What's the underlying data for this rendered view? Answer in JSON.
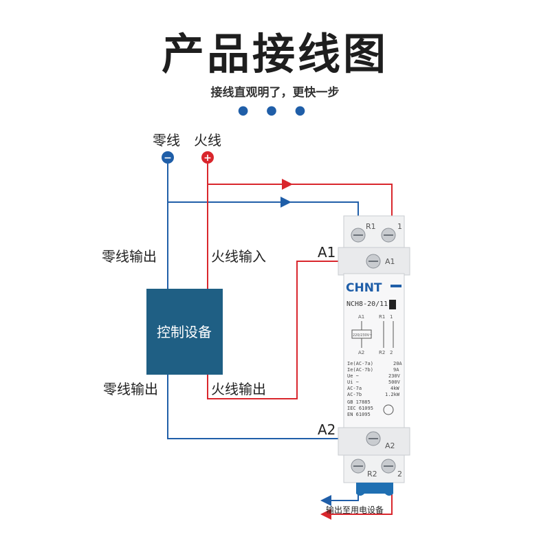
{
  "title": "产品接线图",
  "subtitle": "接线直观明了，更快一步",
  "dots": "● ● ●",
  "colors": {
    "neutral": "#1f5ea8",
    "live": "#d9262c",
    "box": "#1f5f84"
  },
  "terminals": {
    "neutral": {
      "label": "零线",
      "symbol": "−"
    },
    "live": {
      "label": "火线",
      "symbol": "+"
    }
  },
  "labels": {
    "neutral_out_top": "零线输出",
    "live_in": "火线输入",
    "control_device": "控制设备",
    "neutral_out_bottom": "零线输出",
    "live_out": "火线输出",
    "A1": "A1",
    "A2": "A2",
    "output_to_device": "输出至用电设备"
  },
  "contactor": {
    "brand": "CHNT",
    "model": "NCH8-20/11",
    "top_labels": [
      "R1",
      "1",
      "A1"
    ],
    "bottom_labels": [
      "A2",
      "R2",
      "2"
    ],
    "schematic": {
      "a1": "A1",
      "a2": "A2",
      "r1": "R1",
      "one": "1",
      "r2": "R2",
      "two": "2",
      "coil": "220/230V~"
    },
    "specs": [
      {
        "name": "Ie(AC-7a)",
        "value": "20A"
      },
      {
        "name": "Ie(AC-7b)",
        "value": "9A"
      },
      {
        "name": "Ue ~",
        "value": "230V"
      },
      {
        "name": "Ui ~",
        "value": "500V"
      },
      {
        "name": "AC-7a",
        "value": "4kW"
      },
      {
        "name": "AC-7b",
        "value": "1.2kW"
      }
    ],
    "standards": [
      "GB 17885",
      "IEC 61095",
      "EN 61095"
    ]
  }
}
